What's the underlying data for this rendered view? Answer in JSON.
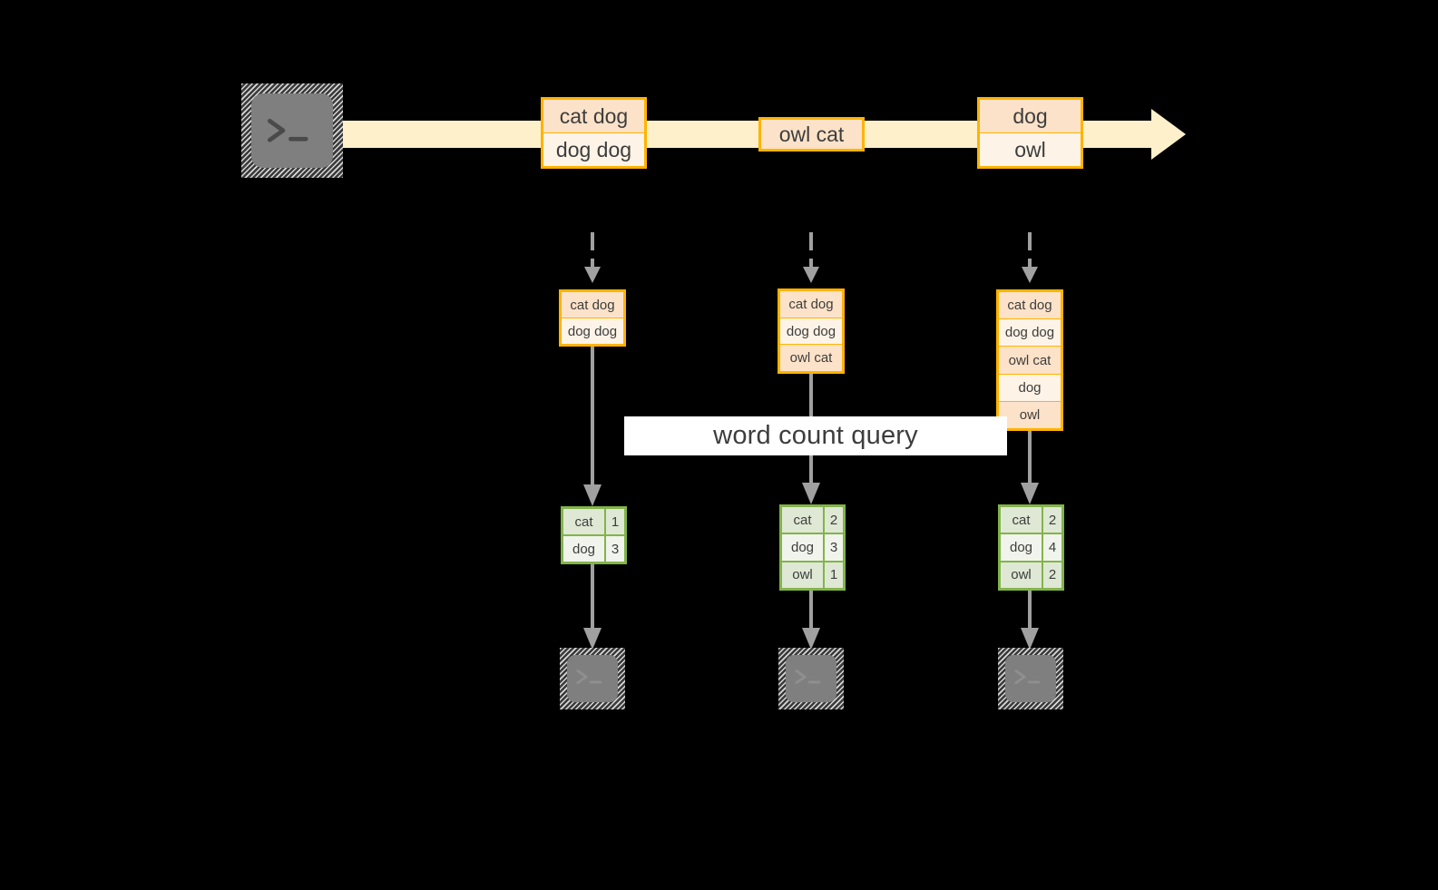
{
  "diagram": {
    "title_banner": "word count query",
    "colors": {
      "background": "#000000",
      "timeline": "#fdf0cb",
      "log_border": "#ffb300",
      "log_fill_dark": "#fce2c8",
      "log_fill_light": "#fdf3e7",
      "result_border": "#82b44b",
      "result_fill_dark": "#dfe8d4",
      "result_fill_light": "#f1f4ec",
      "connector": "#a0a0a0",
      "terminal_fill": "#7f7f7f",
      "banner_fill": "#ffffff"
    },
    "terminals": {
      "producer_icon": "terminal-prompt-icon",
      "consumer_icon": "terminal-prompt-icon"
    },
    "stream": {
      "events": [
        {
          "lines": [
            "cat dog",
            "dog dog"
          ]
        },
        {
          "lines": [
            "owl cat"
          ]
        },
        {
          "lines": [
            "dog",
            "owl"
          ]
        }
      ]
    },
    "snapshots": [
      {
        "lines": [
          "cat dog",
          "dog dog"
        ]
      },
      {
        "lines": [
          "cat dog",
          "dog dog",
          "owl cat"
        ]
      },
      {
        "lines": [
          "cat dog",
          "dog dog",
          "owl cat",
          "dog",
          "owl"
        ]
      }
    ],
    "results": [
      {
        "rows": [
          {
            "word": "cat",
            "count": "1"
          },
          {
            "word": "dog",
            "count": "3"
          }
        ]
      },
      {
        "rows": [
          {
            "word": "cat",
            "count": "2"
          },
          {
            "word": "dog",
            "count": "3"
          },
          {
            "word": "owl",
            "count": "1"
          }
        ]
      },
      {
        "rows": [
          {
            "word": "cat",
            "count": "2"
          },
          {
            "word": "dog",
            "count": "4"
          },
          {
            "word": "owl",
            "count": "2"
          }
        ]
      }
    ]
  }
}
